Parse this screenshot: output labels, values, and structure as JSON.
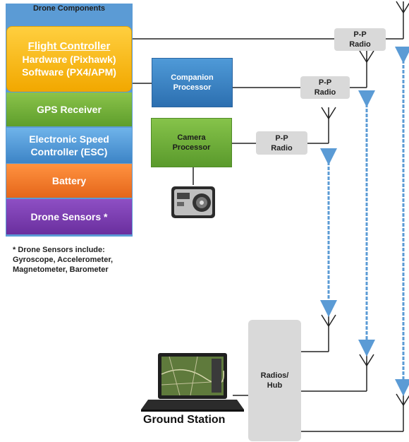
{
  "drone_panel": {
    "title": "Drone Components",
    "flight_controller": {
      "title": "Flight Controller",
      "hardware": "Hardware (Pixhawk)",
      "software": "Software (PX4/APM)"
    },
    "gps": "GPS Receiver",
    "esc_line1": "Electronic Speed",
    "esc_line2": "Controller (ESC)",
    "battery": "Battery",
    "sensors": "Drone Sensors *"
  },
  "note": {
    "line1": "* Drone Sensors include:",
    "line2": "Gyroscope, Accelerometer,",
    "line3": "Magnetometer, Barometer"
  },
  "companion": {
    "line1": "Companion",
    "line2": "Processor"
  },
  "camera": {
    "line1": "Camera",
    "line2": "Processor"
  },
  "radio": {
    "line1": "P-P",
    "line2": "Radio"
  },
  "hub": {
    "line1": "Radios/",
    "line2": "Hub"
  },
  "ground_station": "Ground Station",
  "colors": {
    "link_arrow": "#5b9bd5",
    "flight_controller": "#f5b400",
    "panel": "#5b9bd5"
  }
}
